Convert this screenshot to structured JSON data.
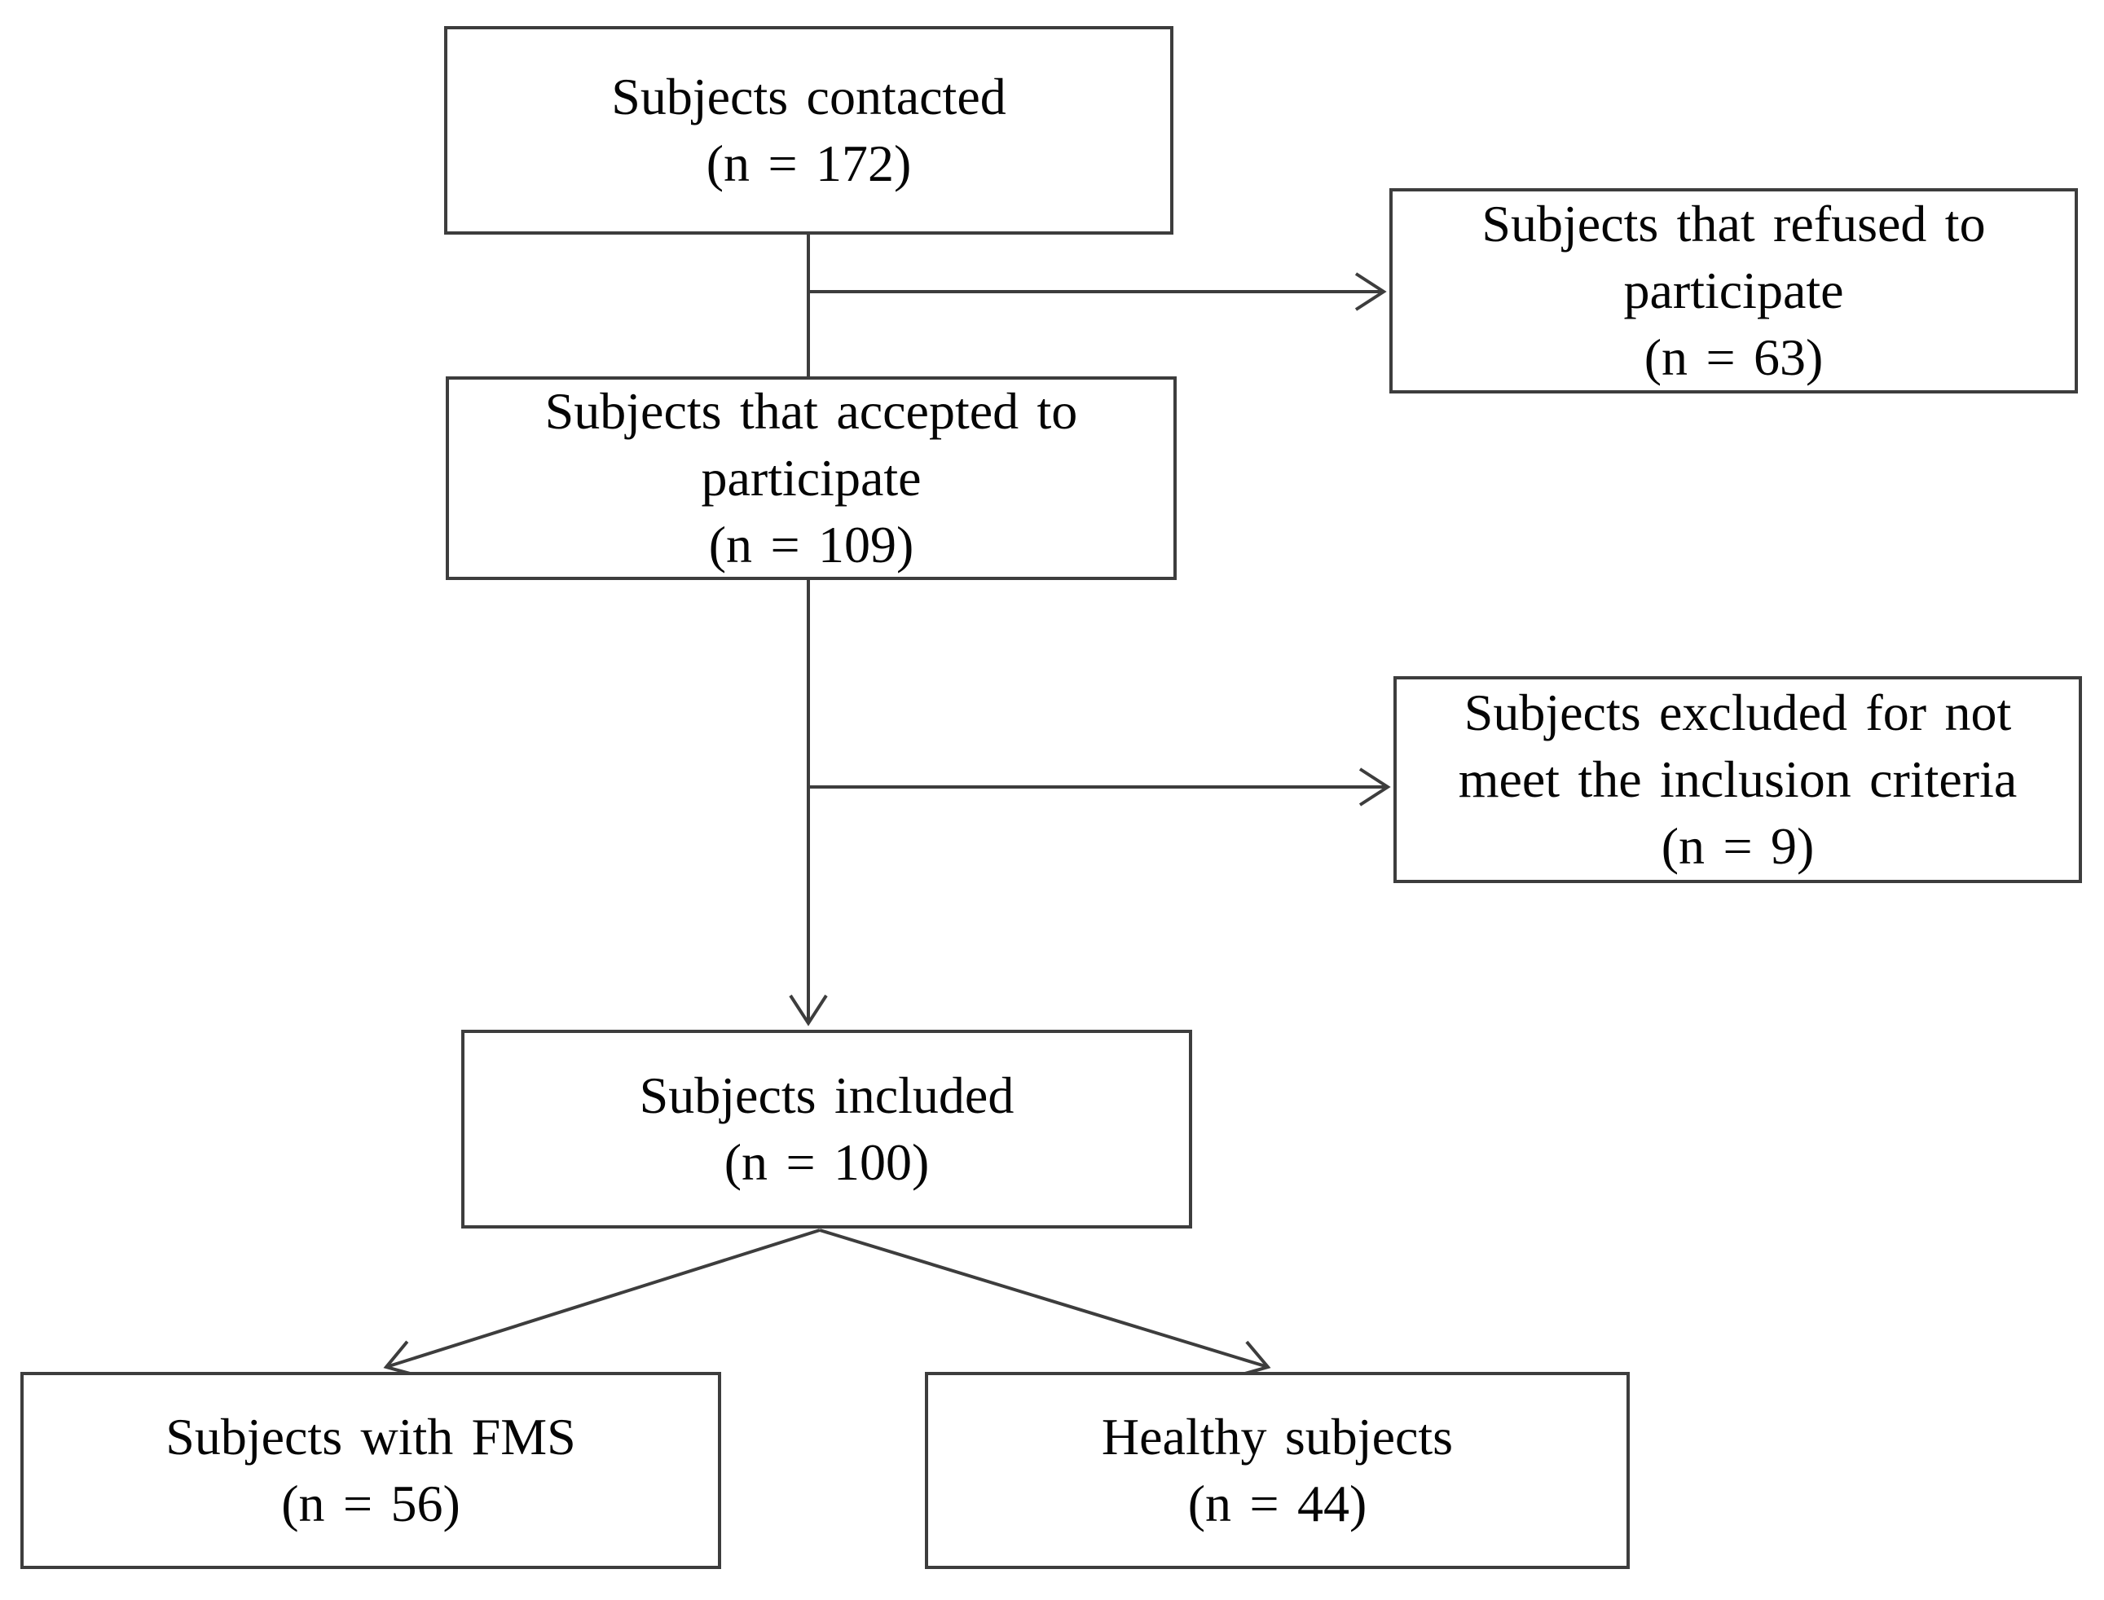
{
  "diagram": {
    "type": "flowchart",
    "colors": {
      "background": "#ffffff",
      "box_fill": "#ffffff",
      "box_border": "#3d3d3d",
      "line": "#3d3d3d",
      "text": "#050505"
    },
    "nodes": [
      {
        "id": "contacted",
        "lines": [
          "Subjects contacted",
          "(n = 172)"
        ]
      },
      {
        "id": "refused",
        "lines": [
          "Subjects that refused to",
          "participate",
          "(n = 63)"
        ]
      },
      {
        "id": "accepted",
        "lines": [
          "Subjects that accepted to",
          "participate",
          "(n = 109)"
        ]
      },
      {
        "id": "excluded",
        "lines": [
          "Subjects excluded for not",
          "meet the inclusion criteria",
          "(n = 9)"
        ]
      },
      {
        "id": "included",
        "lines": [
          "Subjects included",
          "(n = 100)"
        ]
      },
      {
        "id": "fms",
        "lines": [
          "Subjects with FMS",
          "(n = 56)"
        ]
      },
      {
        "id": "healthy",
        "lines": [
          "Healthy subjects",
          "(n = 44)"
        ]
      }
    ],
    "edges": [
      {
        "from": "contacted",
        "to": "accepted",
        "arrowhead": false
      },
      {
        "from": "contacted",
        "to": "refused",
        "arrowhead": true
      },
      {
        "from": "accepted",
        "to": "included",
        "arrowhead": true
      },
      {
        "from": "accepted",
        "to": "excluded",
        "arrowhead": true
      },
      {
        "from": "included",
        "to": "fms",
        "arrowhead": true
      },
      {
        "from": "included",
        "to": "healthy",
        "arrowhead": true
      }
    ]
  }
}
